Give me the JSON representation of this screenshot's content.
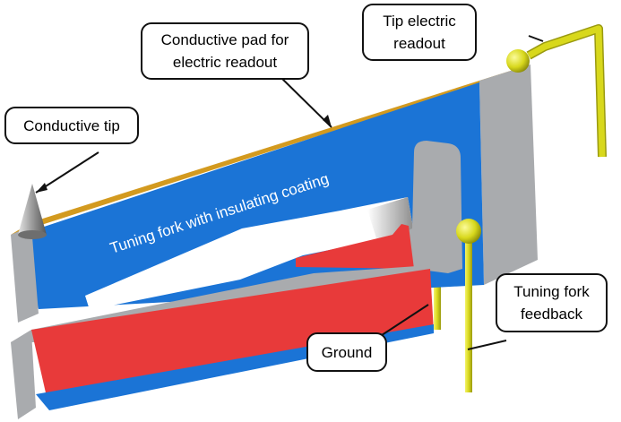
{
  "labels": {
    "conductive_pad": [
      "Conductive pad for",
      "electric readout"
    ],
    "tip_readout": [
      "Tip electric",
      "readout"
    ],
    "conductive_tip": [
      "Conductive tip"
    ],
    "tuning_fork": "Tuning fork with insulating coating",
    "ground": [
      "Ground"
    ],
    "feedback": [
      "Tuning fork",
      "feedback"
    ]
  },
  "colors": {
    "insulating_coating": "#1b74d6",
    "electrode": "#e83a3a",
    "substrate": "#a9abae",
    "conductive_pad": "#d39a1f",
    "wire": "#d8d81c"
  }
}
